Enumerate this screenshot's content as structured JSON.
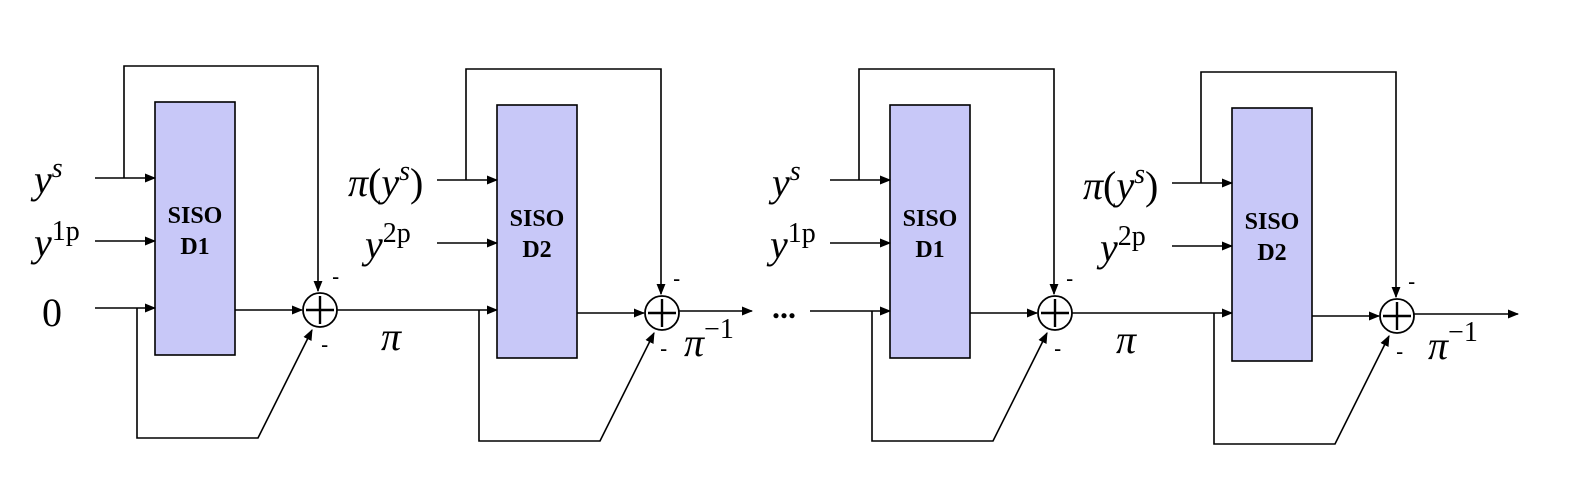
{
  "stage1": {
    "block1": {
      "line1": "SISO",
      "line2": "D1"
    },
    "block2": {
      "line1": "SISO",
      "line2": "D2"
    },
    "inputs": {
      "ys_base": "y",
      "ys_sup": "s",
      "y1p_base": "y",
      "y1p_sup": "1p",
      "zero": "0"
    },
    "block2_inputs": {
      "pi_ys_pi": "π",
      "pi_ys_open": "(",
      "pi_ys_y": "y",
      "pi_ys_sup": "s",
      "pi_ys_close": ")",
      "y2p_base": "y",
      "y2p_sup": "2p"
    },
    "interleaver": "π",
    "deinterleaver_base": "π",
    "deinterleaver_sup": "−1"
  },
  "stage2": {
    "ellipsis": "...",
    "block1": {
      "line1": "SISO",
      "line2": "D1"
    },
    "block2": {
      "line1": "SISO",
      "line2": "D2"
    },
    "inputs": {
      "ys_base": "y",
      "ys_sup": "s",
      "y1p_base": "y",
      "y1p_sup": "1p"
    },
    "block2_inputs": {
      "pi_ys_pi": "π",
      "pi_ys_open": "(",
      "pi_ys_y": "y",
      "pi_ys_sup": "s",
      "pi_ys_close": ")",
      "y2p_base": "y",
      "y2p_sup": "2p"
    },
    "interleaver": "π",
    "deinterleaver_base": "π",
    "deinterleaver_sup": "−1"
  },
  "signs": {
    "minus": "-"
  },
  "colors": {
    "block_fill": "#c8c8f8",
    "line": "#000000"
  }
}
